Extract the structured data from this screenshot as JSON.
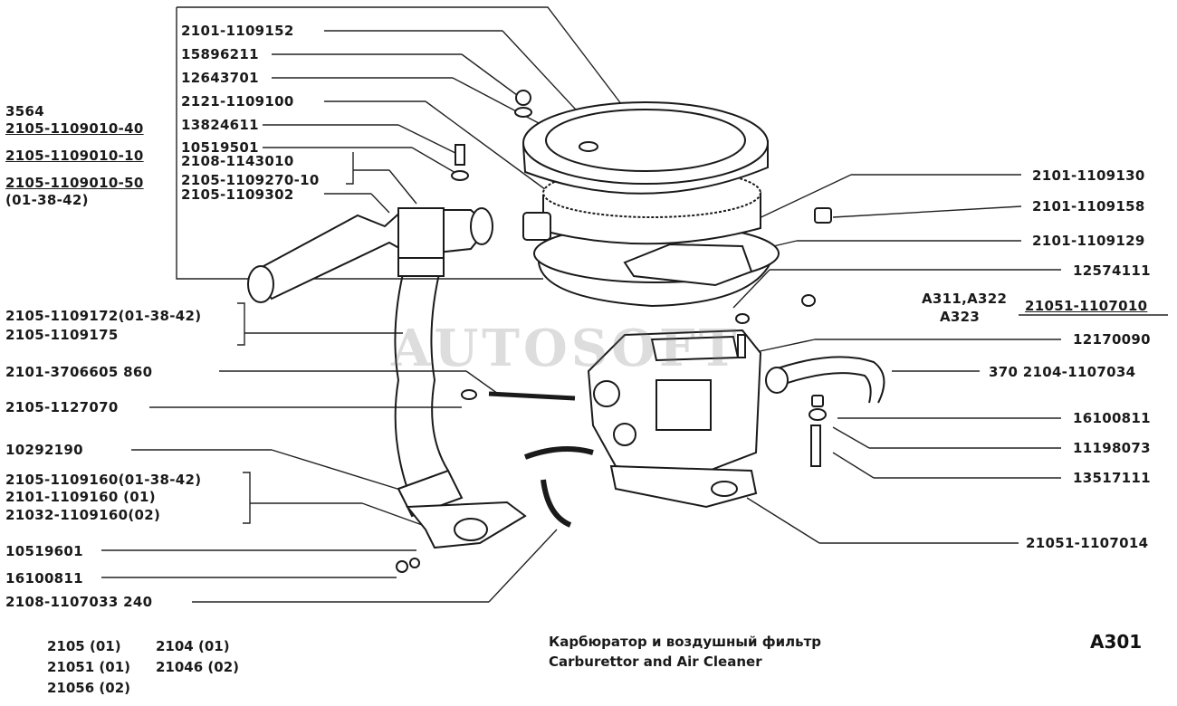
{
  "labels_left": [
    {
      "id": "l1",
      "text": "2101-1109152"
    },
    {
      "id": "l2",
      "text": "15896211"
    },
    {
      "id": "l3",
      "text": "12643701"
    },
    {
      "id": "l4",
      "text": "2121-1109100"
    },
    {
      "id": "l5",
      "text": "13824611"
    },
    {
      "id": "l6",
      "text": "10519501"
    },
    {
      "id": "l7",
      "text": "2108-1143010"
    },
    {
      "id": "l8",
      "text": "2105-1109270-10"
    },
    {
      "id": "l9",
      "text": "2105-1109302"
    },
    {
      "id": "l10",
      "text": "3564"
    },
    {
      "id": "l11",
      "text": "2105-1109010-40"
    },
    {
      "id": "l12",
      "text": "2105-1109010-10"
    },
    {
      "id": "l13",
      "text": "2105-1109010-50"
    },
    {
      "id": "l14",
      "text": "(01-38-42)"
    },
    {
      "id": "l15",
      "text": "2105-1109172(01-38-42)"
    },
    {
      "id": "l16",
      "text": "2105-1109175"
    },
    {
      "id": "l17",
      "text": "2101-3706605  860"
    },
    {
      "id": "l18",
      "text": "2105-1127070"
    },
    {
      "id": "l19",
      "text": "10292190"
    },
    {
      "id": "l20",
      "text": "2105-1109160(01-38-42)"
    },
    {
      "id": "l21",
      "text": "2101-1109160  (01)"
    },
    {
      "id": "l22",
      "text": "21032-1109160(02)"
    },
    {
      "id": "l23",
      "text": "10519601"
    },
    {
      "id": "l24",
      "text": "16100811"
    },
    {
      "id": "l25",
      "text": "2108-1107033  240"
    }
  ],
  "labels_right": [
    {
      "id": "r1",
      "text": "2101-1109130"
    },
    {
      "id": "r2",
      "text": "2101-1109158"
    },
    {
      "id": "r3",
      "text": "2101-1109129"
    },
    {
      "id": "r4",
      "text": "12574111"
    },
    {
      "id": "r5",
      "text": "A311,A322"
    },
    {
      "id": "r6",
      "text": "A323"
    },
    {
      "id": "r7",
      "text": "21051-1107010"
    },
    {
      "id": "r8",
      "text": "12170090"
    },
    {
      "id": "r9",
      "text": "370  2104-1107034"
    },
    {
      "id": "r10",
      "text": "16100811"
    },
    {
      "id": "r11",
      "text": "11198073"
    },
    {
      "id": "r12",
      "text": "13517111"
    },
    {
      "id": "r13",
      "text": "21051-1107014"
    }
  ],
  "models": [
    {
      "text": "2105   (01)"
    },
    {
      "text": "2104   (01)"
    },
    {
      "text": "21051  (01)"
    },
    {
      "text": "21046  (02)"
    },
    {
      "text": "21056  (02)"
    }
  ],
  "caption": {
    "ru": "Карбюратор и воздушный фильтр",
    "en": "Carburettor and Air Cleaner"
  },
  "page_id": "A301",
  "watermark": "AUTOSOFT"
}
